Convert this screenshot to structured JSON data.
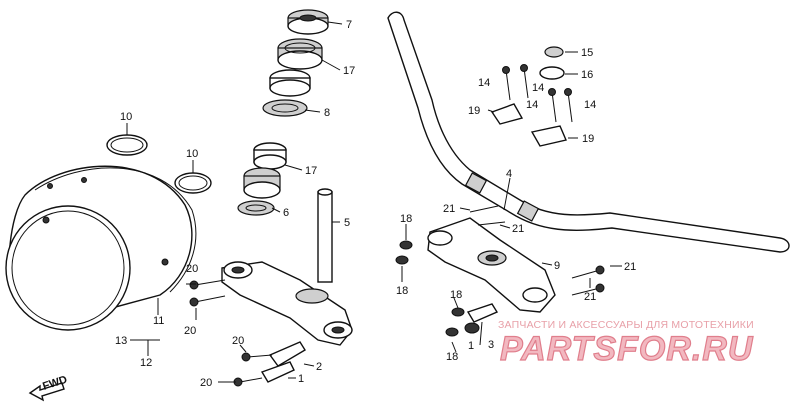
{
  "callouts": {
    "c1a": "1",
    "c1b": "1",
    "c2": "2",
    "c3": "3",
    "c4": "4",
    "c5": "5",
    "c6": "6",
    "c7": "7",
    "c8": "8",
    "c9": "9",
    "c10a": "10",
    "c10b": "10",
    "c11": "11",
    "c12": "12",
    "c13": "13",
    "c14a": "14",
    "c14b": "14",
    "c14c": "14",
    "c14d": "14",
    "c15": "15",
    "c16": "16",
    "c17a": "17",
    "c17b": "17",
    "c18a": "18",
    "c18b": "18",
    "c18c": "18",
    "c18d": "18",
    "c19a": "19",
    "c19b": "19",
    "c20a": "20",
    "c20b": "20",
    "c20c": "20",
    "c20d": "20",
    "c21a": "21",
    "c21b": "21",
    "c21c": "21",
    "c21d": "21"
  },
  "direction": {
    "label": "FWD"
  },
  "watermark": {
    "subtitle": "ЗАПЧАСТИ И АКСЕССУАРЫ ДЛЯ МОТОТЕХНИКИ",
    "logo": "PARTSFOR.RU"
  }
}
